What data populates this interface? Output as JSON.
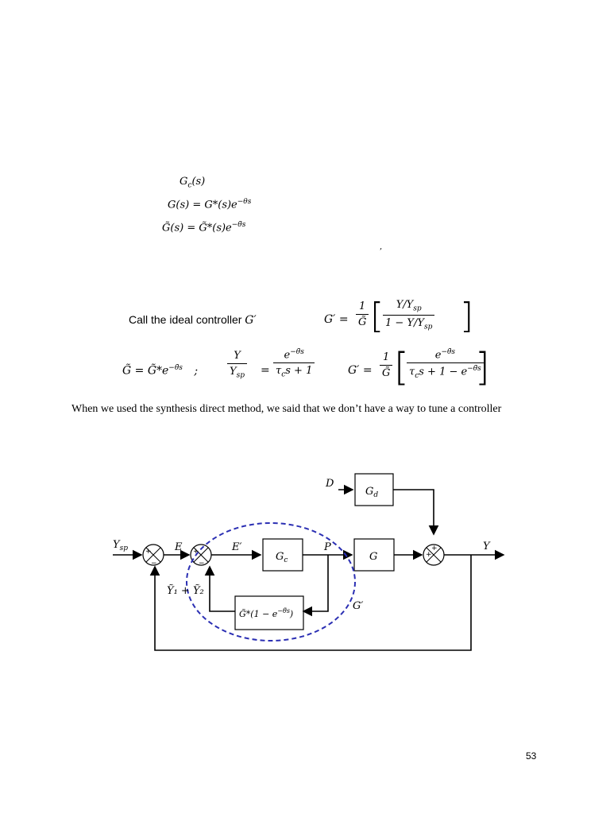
{
  "equations": {
    "eq1": "Gc(s)",
    "eq1_base": "G",
    "eq1_sub": "c",
    "eq1_rest": "(s)",
    "eq2": "G(s) = G*(s)e",
    "eq2_sup": "−θs",
    "eq3": "G̃(s) = G̃*(s)e",
    "eq3_sup": "−θ̃s"
  },
  "stray_mark": ",",
  "controller_box": {
    "intro": "Call the ideal controller ",
    "intro_symbol": "G′",
    "gprime_lhs": "G′ =",
    "one": "1",
    "gtilde": "G̃",
    "ratio_num": "Y/Y",
    "ratio_num_sub": "sp",
    "ratio_den": "1 − Y/Y",
    "ratio_den_sub": "sp",
    "gt_eq": "G̃ = G̃*e",
    "gt_eq_sup": "−θ̃s",
    "semicolon": ";",
    "y_over": "Y",
    "ysp_base": "Y",
    "ysp_sub": "sp",
    "equals": "=",
    "exp_base": "e",
    "exp_sup": "−θ̃s",
    "tau_den": "τ",
    "tau_sub": "c",
    "tau_rest": "s + 1",
    "gprime2_lhs": "G′ =",
    "tau_den2_rest": "s + 1 − e"
  },
  "paragraph": "When we used the synthesis direct method, we said that we don’t have a way to tune a controller",
  "diagram": {
    "D": "D",
    "Gd": "G",
    "Gd_sub": "d",
    "Ysp": "Y",
    "Ysp_sub": "sp",
    "E": "E",
    "Eprime": "E′",
    "Gc": "G",
    "Gc_sub": "c",
    "P": "P",
    "G": "G",
    "Y": "Y",
    "Y1Y2": "Ỹ₁ + Ỹ₂",
    "model": "G̃*(1 − e",
    "model_sup": "−θ̃s",
    "model_end": ")",
    "Gprime": "G′",
    "plus": "+",
    "minus": "−",
    "accent_color": "#2b2fb3"
  },
  "page_number": "53"
}
